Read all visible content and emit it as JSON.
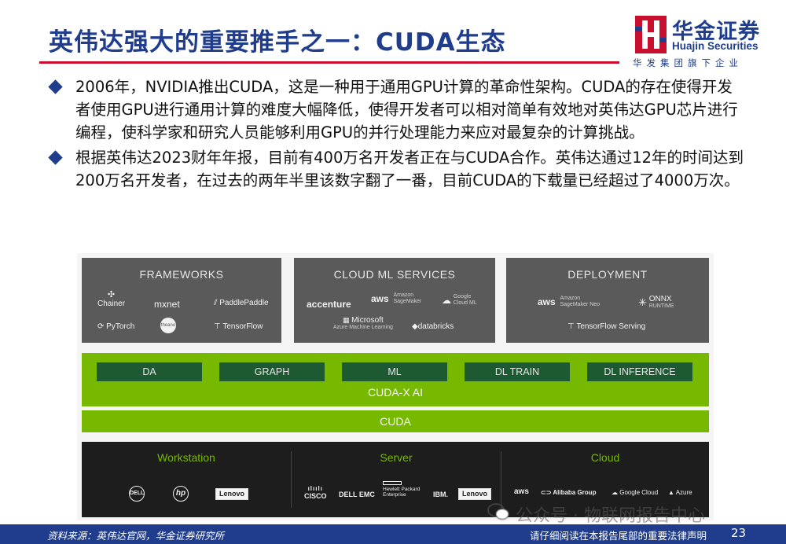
{
  "header": {
    "title": "英伟达强大的重要推手之一：CUDA生态",
    "logo_cn": "华金证券",
    "logo_en": "Huajin Securities",
    "logo_sub": "华发集团旗下企业"
  },
  "bullets": [
    "2006年，NVIDIA推出CUDA，这是一种用于通用GPU计算的革命性架构。CUDA的存在使得开发者使用GPU进行通用计算的难度大幅降低，使得开发者可以相对简单有效地对英伟达GPU芯片进行编程，使科学家和研究人员能够利用GPU的并行处理能力来应对最复杂的计算挑战。",
    "根据英伟达2023财年年报，目前有400万名开发者正在与CUDA合作。英伟达通过12年的时间达到200万名开发者，在过去的两年半里该数字翻了一番，目前CUDA的下载量已经超过了4000万次。"
  ],
  "diagram": {
    "frameworks": {
      "title": "FRAMEWORKS",
      "logos": [
        "Chainer",
        "mxnet",
        "PaddlePaddle",
        "PyTorch",
        "theano",
        "TensorFlow"
      ]
    },
    "cloud_ml": {
      "title": "CLOUD ML SERVICES",
      "logos": [
        "accenture",
        "aws",
        "Amazon",
        "SageMaker",
        "Google",
        "Cloud ML",
        "Microsoft",
        "Azure Machine Learning",
        "databricks"
      ]
    },
    "deployment": {
      "title": "DEPLOYMENT",
      "logos": [
        "aws",
        "Amazon",
        "SageMaker Neo",
        "ONNX",
        "RUNTIME",
        "TensorFlow Serving"
      ]
    },
    "cudax_boxes": [
      "DA",
      "GRAPH",
      "ML",
      "DL TRAIN",
      "DL INFERENCE"
    ],
    "cudax_label": "CUDA-X AI",
    "cuda_label": "CUDA",
    "hardware": {
      "workstation": {
        "title": "Workstation",
        "logos": [
          "DELL",
          "hp",
          "Lenovo"
        ]
      },
      "server": {
        "title": "Server",
        "logos": [
          "CISCO",
          "DELL EMC",
          "Hewlett Packard",
          "Enterprise",
          "IBM.",
          "Lenovo"
        ]
      },
      "cloud": {
        "title": "Cloud",
        "logos": [
          "aws",
          "Alibaba Group",
          "Google Cloud",
          "Azure"
        ]
      }
    }
  },
  "watermark": "公众号 · 物联网报告中心",
  "footer": {
    "source": "资料来源：英伟达官网，华金证券研究所",
    "disclaimer": "请仔细阅读在本报告尾部的重要法律声明",
    "page": "23"
  },
  "colors": {
    "brand_blue": "#1f3d8c",
    "brand_red": "#c8102e",
    "nvidia_green": "#76b900",
    "dark_green": "#1d5a32"
  }
}
